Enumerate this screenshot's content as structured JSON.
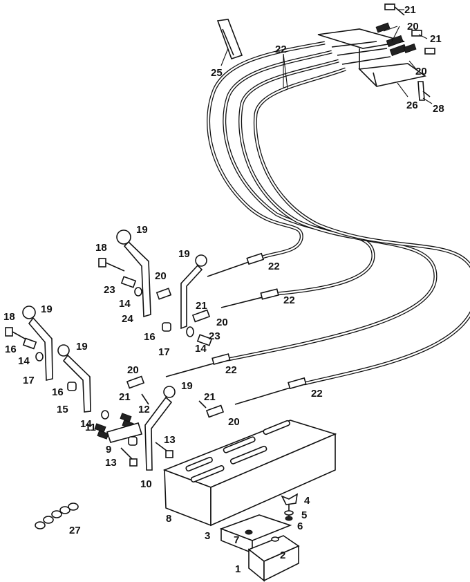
{
  "labels": [
    {
      "text": "21"
    },
    {
      "text": "20"
    },
    {
      "text": "21"
    },
    {
      "text": "22"
    },
    {
      "text": "20"
    },
    {
      "text": "25"
    },
    {
      "text": "26"
    },
    {
      "text": "28"
    },
    {
      "text": "19"
    },
    {
      "text": "18"
    },
    {
      "text": "19"
    },
    {
      "text": "22"
    },
    {
      "text": "20"
    },
    {
      "text": "23"
    },
    {
      "text": "14"
    },
    {
      "text": "21"
    },
    {
      "text": "22"
    },
    {
      "text": "24"
    },
    {
      "text": "20"
    },
    {
      "text": "19"
    },
    {
      "text": "18"
    },
    {
      "text": "16"
    },
    {
      "text": "19"
    },
    {
      "text": "14"
    },
    {
      "text": "17"
    },
    {
      "text": "16"
    },
    {
      "text": "23"
    },
    {
      "text": "14"
    },
    {
      "text": "17"
    },
    {
      "text": "22"
    },
    {
      "text": "20"
    },
    {
      "text": "16"
    },
    {
      "text": "21"
    },
    {
      "text": "19"
    },
    {
      "text": "22"
    },
    {
      "text": "15"
    },
    {
      "text": "12"
    },
    {
      "text": "14"
    },
    {
      "text": "21"
    },
    {
      "text": "11"
    },
    {
      "text": "13"
    },
    {
      "text": "20"
    },
    {
      "text": "9"
    },
    {
      "text": "13"
    },
    {
      "text": "10"
    },
    {
      "text": "4"
    },
    {
      "text": "8"
    },
    {
      "text": "5"
    },
    {
      "text": "6"
    },
    {
      "text": "3"
    },
    {
      "text": "7"
    },
    {
      "text": "2"
    },
    {
      "text": "27"
    },
    {
      "text": "1"
    }
  ]
}
